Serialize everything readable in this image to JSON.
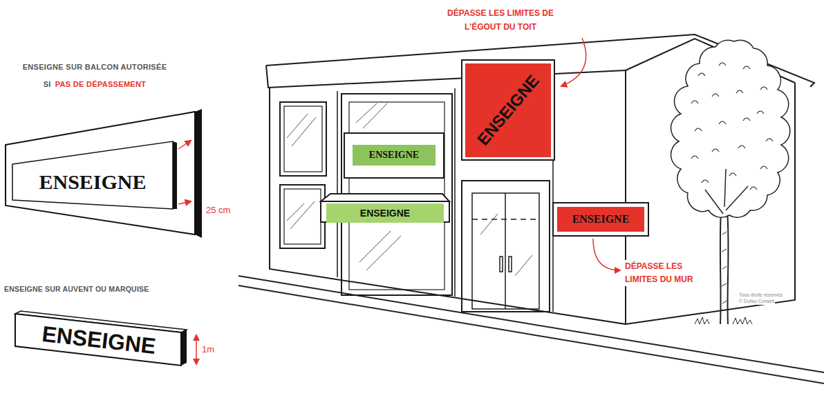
{
  "diagram": {
    "nodes": [
      {
        "text": [
          "ENSEIGNE"
        ]
      },
      {
        "text": [
          "ENSEIGNE"
        ]
      },
      {
        "text": [
          "ENSEIGNE"
        ]
      },
      {
        "text": [
          "ENSEIGNE"
        ]
      },
      {
        "text": [
          "ENSEIGNE"
        ]
      },
      {
        "text": [
          "ENSEIGNE"
        ]
      }
    ],
    "labels": [
      "ENSEIGNE SUR BALCON AUTORISÉE",
      "SI",
      "PAS DE DÉPASSEMENT",
      "25 cm",
      "ENSEIGNE SUR AUVENT OU MARQUISE",
      "1m",
      "DÉPASSE LES LIMITES DE L'ÉGOUT DU TOIT",
      "DÉPASSE LES LIMITES DU MUR",
      "Tous droits réservés",
      "© Dufau Conseil"
    ]
  }
}
